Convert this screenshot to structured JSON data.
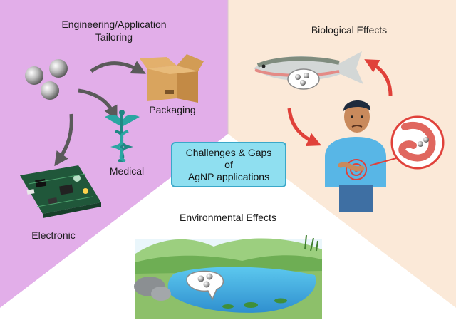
{
  "sections": {
    "engineering_title": [
      "Engineering/Application",
      "Tailoring"
    ],
    "biological_title": "Biological Effects",
    "environmental_title": "Environmental Effects"
  },
  "applications": {
    "packaging": "Packaging",
    "medical": "Medical",
    "electronic": "Electronic"
  },
  "center": {
    "lines": [
      "Challenges & Gaps",
      "of",
      "AgNP applications"
    ]
  },
  "colors": {
    "engineering_panel": "#e2aee9",
    "biological_panel": "#fbe9d8",
    "environmental_panel": "#ffffff",
    "arrow_gray": "#5a5a5a",
    "arrow_red": "#e0413a",
    "center_box_fill": "#8fdff0",
    "center_box_border": "#3aa8c9"
  },
  "icons": [
    "nanoparticle-spheres-icon",
    "cardboard-box-icon",
    "caduceus-icon",
    "circuit-board-icon",
    "fish-icon",
    "sick-person-icon",
    "stomach-icon",
    "pond-landscape-icon"
  ]
}
